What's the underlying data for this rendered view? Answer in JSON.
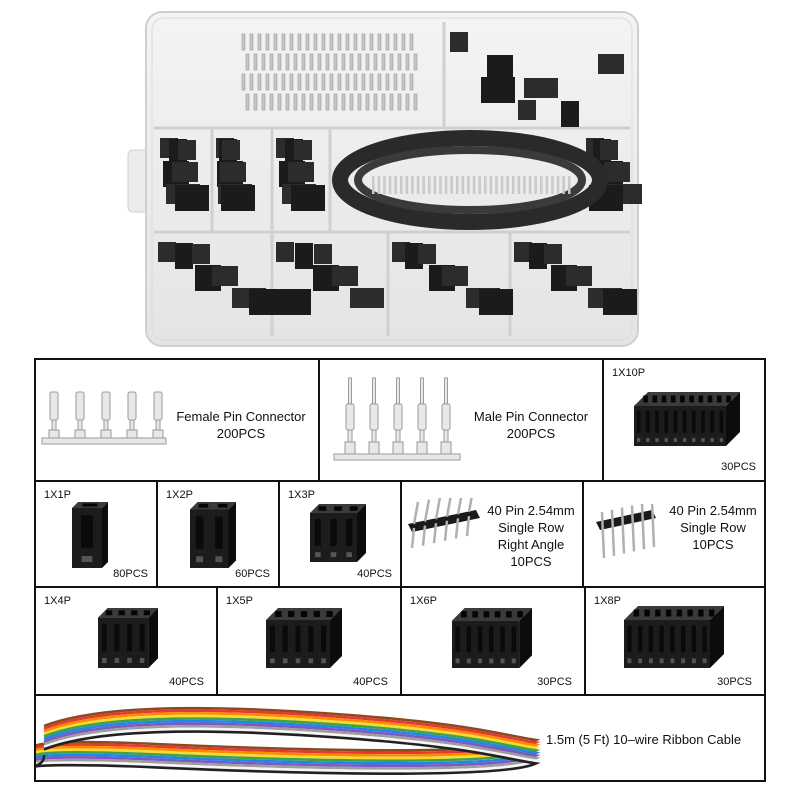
{
  "parts": {
    "female_pin": {
      "name": "Female Pin Connector",
      "qty": "200PCS"
    },
    "male_pin": {
      "name": "Male Pin Connector",
      "qty": "200PCS"
    },
    "h1x10": {
      "name": "1X10P",
      "qty": "30PCS"
    },
    "h1x1": {
      "name": "1X1P",
      "qty": "80PCS"
    },
    "h1x2": {
      "name": "1X2P",
      "qty": "60PCS"
    },
    "h1x3": {
      "name": "1X3P",
      "qty": "40PCS"
    },
    "right_angle": {
      "line1": "40 Pin 2.54mm",
      "line2": "Single Row",
      "line3": "Right Angle",
      "qty": "10PCS"
    },
    "straight": {
      "line1": "40 Pin 2.54mm",
      "line2": "Single Row",
      "qty": "10PCS"
    },
    "h1x4": {
      "name": "1X4P",
      "qty": "40PCS"
    },
    "h1x5": {
      "name": "1X5P",
      "qty": "40PCS"
    },
    "h1x6": {
      "name": "1X6P",
      "qty": "30PCS"
    },
    "h1x8": {
      "name": "1X8P",
      "qty": "30PCS"
    },
    "ribbon": {
      "name": "1.5m (5 Ft) 10–wire Ribbon Cable"
    }
  },
  "ribbon_colors": [
    "#8a4b1f",
    "#e53935",
    "#fb8c00",
    "#fdd835",
    "#43a047",
    "#1e88e5",
    "#7e57c2",
    "#9e9e9e",
    "#f5f5f5",
    "#212121"
  ]
}
